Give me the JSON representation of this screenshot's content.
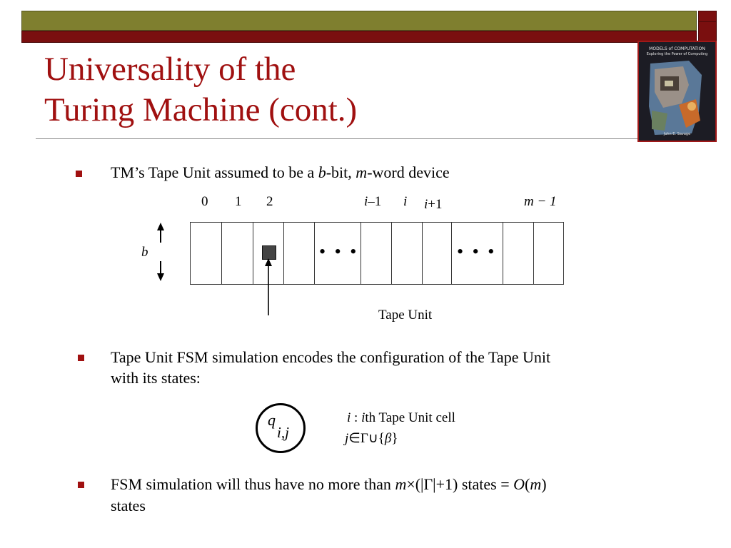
{
  "slide": {
    "title_line1": "Universality of the",
    "title_line2": "Turing Machine (cont.)"
  },
  "book": {
    "title_top": "MODELS of COMPUTATION",
    "subtitle": "Exploring the Power of Computing",
    "author": "John E. Savage"
  },
  "bullets": [
    {
      "parts": [
        "TM’s Tape Unit assumed to be a ",
        "b",
        "-bit, ",
        "m",
        "-word device"
      ]
    },
    {
      "line1": "Tape Unit FSM simulation encodes the configuration of the Tape Unit",
      "line2": "with its states:"
    },
    {
      "parts": [
        "FSM simulation will thus have no more than ",
        "m",
        "×(|Γ|+1) states = ",
        "O",
        "(",
        "m",
        ")"
      ],
      "line2": "states"
    }
  ],
  "tape_figure": {
    "indices": [
      "0",
      "1",
      "2",
      "i",
      "–1",
      "i",
      "i",
      "+1",
      "m − 1"
    ],
    "b_label": "b",
    "ellipsis": "• • •",
    "caption": "Tape Unit"
  },
  "state_legend": {
    "q": "q",
    "subscript": "i,j",
    "line1_parts": [
      "i",
      " : ",
      "i",
      "th Tape Unit cell"
    ],
    "line2_parts": [
      "j",
      "∈Γ∪{",
      "β",
      "}"
    ]
  },
  "colors": {
    "title_red": "#a01010",
    "bar_olive": "#7f7f2f",
    "bar_red": "#7a0f0f",
    "bullet": "#a01010"
  }
}
